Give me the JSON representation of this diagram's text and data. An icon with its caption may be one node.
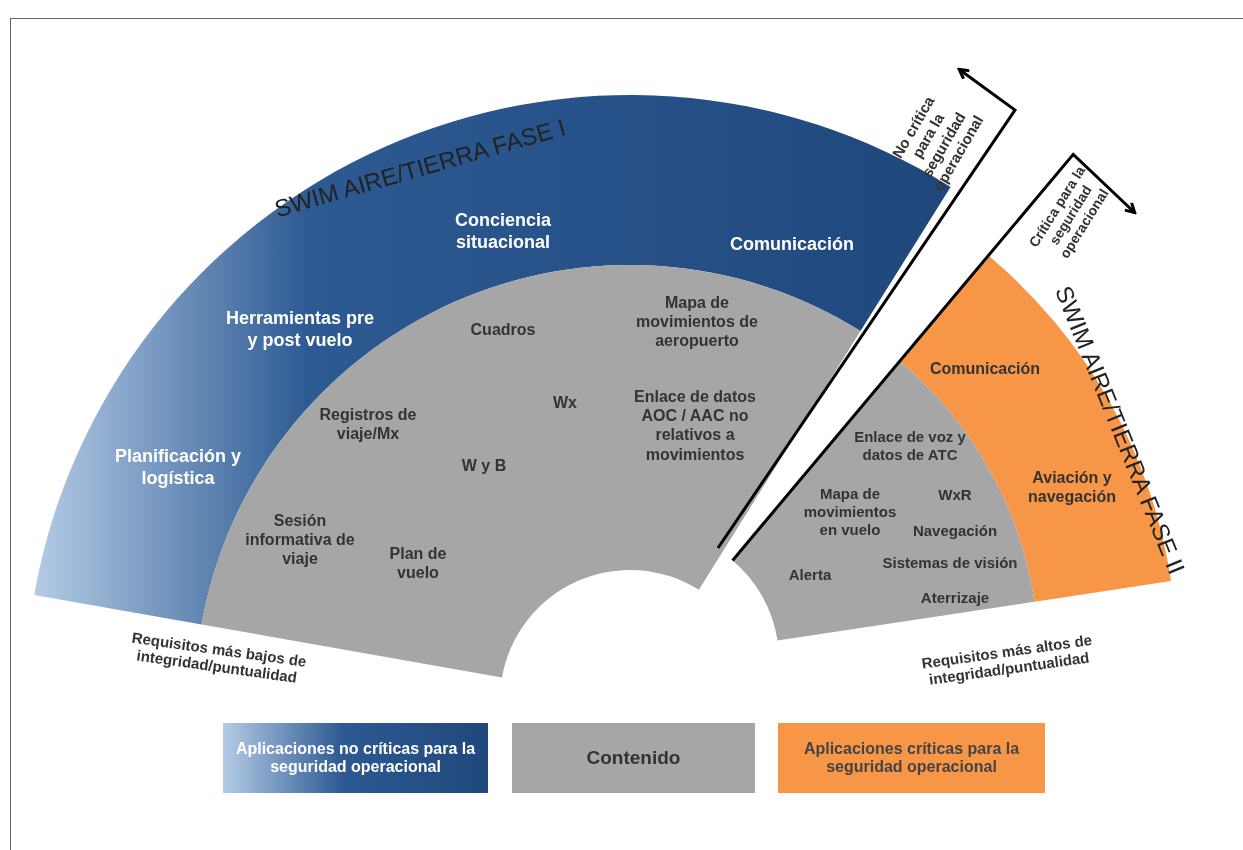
{
  "diagram": {
    "nodes": [
      {
        "text": [
          "Planificación y logística",
          "Herramientas pre y post vuelo",
          "Conciencia situacional",
          "Comunicación"
        ]
      },
      {
        "text": [
          "Cuadros",
          "Mapa de movimientos de aeropuerto",
          "Registros de viaje/Mx",
          "Wx",
          "Enlace de datos AOC / AAC no relativos a movimientos",
          "W y B",
          "Sesión informativa de viaje",
          "Plan de vuelo"
        ]
      },
      {
        "text": [
          "Comunicación",
          "Aviación y navegación"
        ]
      },
      {
        "text": [
          "Enlace de voz y datos de ATC",
          "Mapa de movimientos en vuelo",
          "WxR",
          "Navegación",
          "Sistemas de visión",
          "Alerta",
          "Aterrizaje"
        ]
      }
    ],
    "labels": [
      "SWIM AIRE/TIERRA FASE I",
      "No crítica para la seguridad operacional",
      "Crítica para la seguridad operacional",
      "SWIM AIRE/TIERRA FASE II",
      "Requisitos más bajos de integridad/puntualidad",
      "Requisitos más altos de integridad/puntualidad"
    ],
    "legend": [
      {
        "text": "Aplicaciones no críticas para la seguridad operacional",
        "color": "#1f477c"
      },
      {
        "text": "Contenido",
        "color": "#a6a6a6"
      },
      {
        "text": "Aplicaciones críticas para la seguridad operacional",
        "color": "#f79646"
      }
    ]
  }
}
